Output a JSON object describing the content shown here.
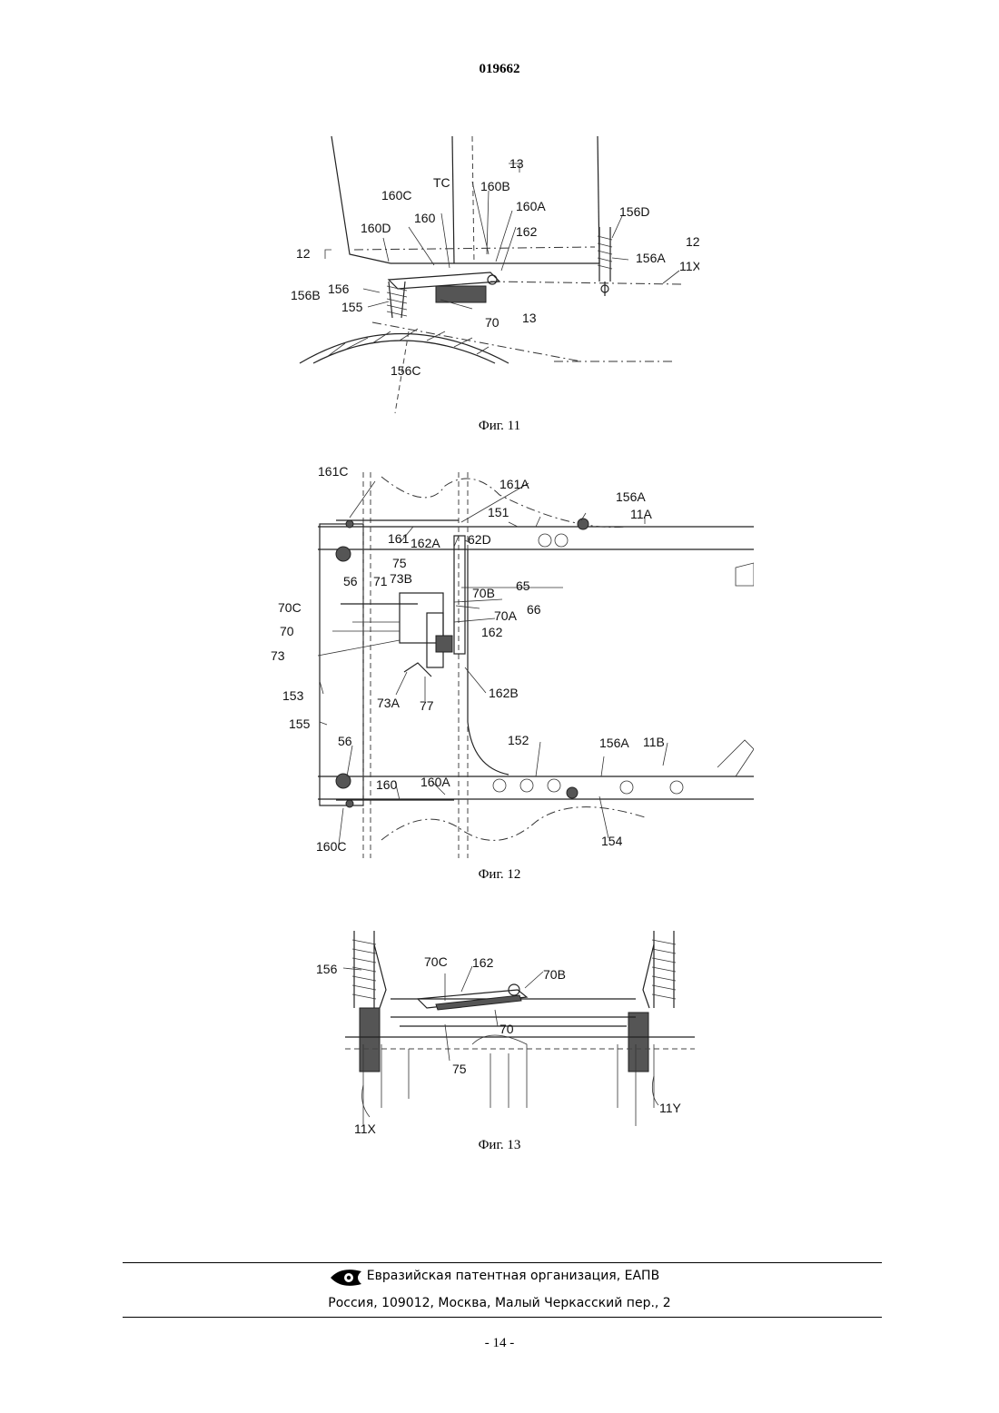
{
  "document_number": "019662",
  "figures": [
    {
      "caption": "Фиг. 11",
      "labels": [
        "13",
        "TC",
        "160B",
        "160C",
        "160A",
        "160",
        "156D",
        "160D",
        "162",
        "12",
        "156A",
        "12",
        "11X",
        "156B",
        "156",
        "155",
        "70",
        "13",
        "156C"
      ]
    },
    {
      "caption": "Фиг. 12",
      "labels": [
        "161C",
        "161A",
        "156A",
        "151",
        "11A",
        "161",
        "162A",
        "62D",
        "56",
        "75",
        "73B",
        "71",
        "65",
        "70B",
        "70C",
        "66",
        "70A",
        "70",
        "162",
        "73",
        "153",
        "73A",
        "77",
        "162B",
        "155",
        "56",
        "152",
        "156A",
        "11B",
        "160",
        "160A",
        "160C",
        "154"
      ]
    },
    {
      "caption": "Фиг. 13",
      "labels": [
        "156",
        "70C",
        "162",
        "70B",
        "70",
        "75",
        "11X",
        "11Y"
      ]
    }
  ],
  "footer": {
    "org_line": "Евразийская патентная организация, ЕАПВ",
    "address_line": "Россия, 109012, Москва, Малый Черкасский пер., 2",
    "logo_icon": "eapo-logo-icon"
  },
  "page_number": "- 14 -"
}
